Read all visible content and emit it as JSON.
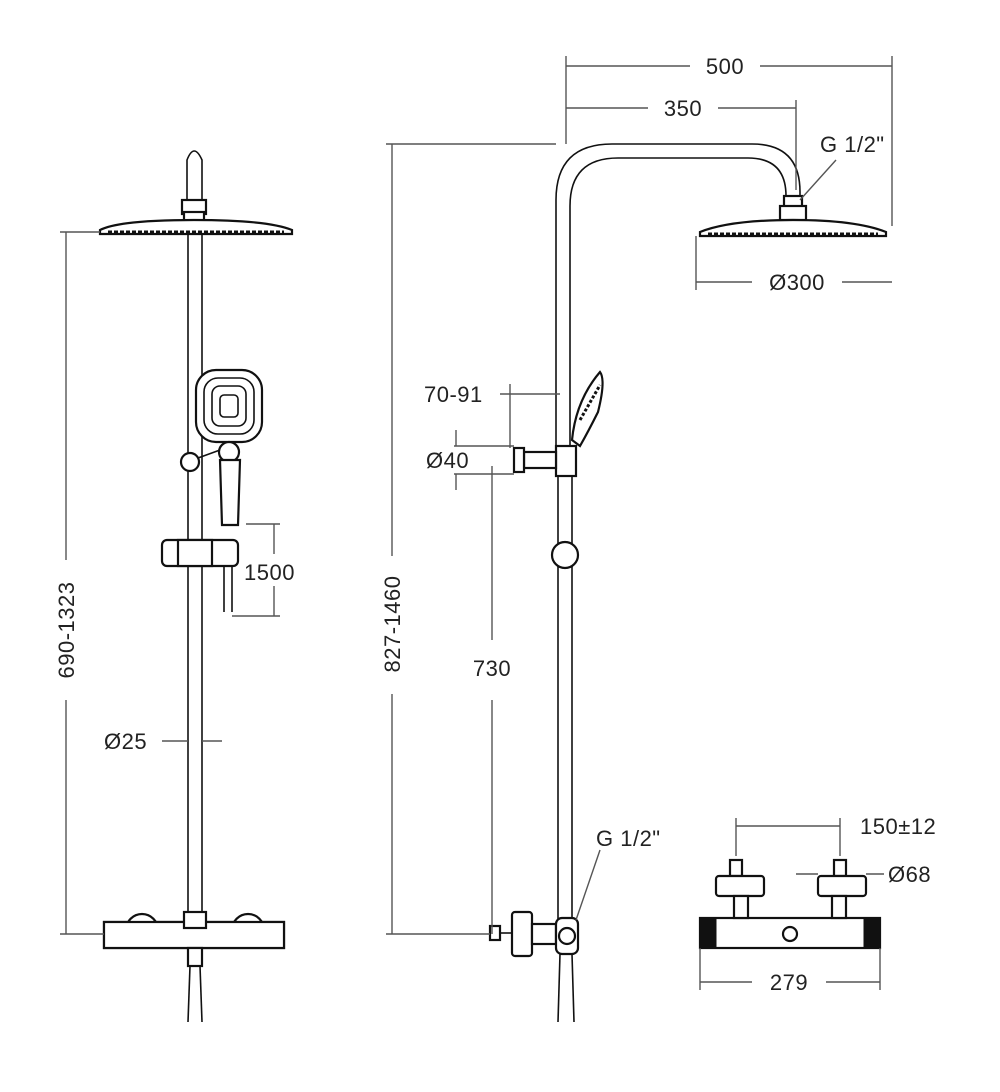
{
  "colors": {
    "line": "#111111",
    "dimension_line": "#555555",
    "text": "#222222",
    "background": "#ffffff"
  },
  "front_view": {
    "height_range": "690-1323",
    "handshower_hose_length": "1500",
    "pipe_diameter": "Ø25"
  },
  "side_view": {
    "overall_height_range": "827-1460",
    "arm_reach": "500",
    "arm_offset": "350",
    "head_connection": "G 1/2\"",
    "head_diameter": "Ø300",
    "wall_bracket_range": "70-91",
    "bracket_diameter": "Ø40",
    "bracket_to_valve": "730",
    "valve_connection": "G 1/2\""
  },
  "valve_view": {
    "inlet_centers": "150±12",
    "inlet_diameter": "Ø68",
    "body_length": "279"
  }
}
